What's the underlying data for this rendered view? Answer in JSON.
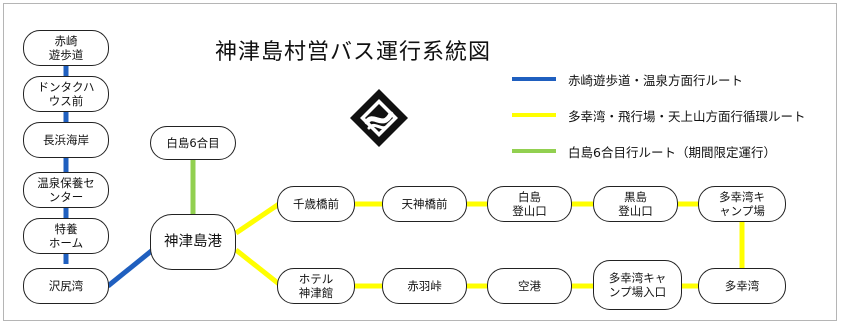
{
  "title": "神津島村営バス運行系統図",
  "colors": {
    "blue": "#1f5fbf",
    "yellow": "#ffff00",
    "green": "#92d050"
  },
  "legend": [
    {
      "color": "blue",
      "label": "赤崎遊歩道・温泉方面行ルート"
    },
    {
      "color": "yellow",
      "label": "多幸湾・飛行場・天上山方面行循環ルート"
    },
    {
      "color": "green",
      "label": "白島6合目行ルート（期間限定運行）"
    }
  ],
  "logo_icon": "village-emblem-icon",
  "stops": {
    "akasaki": "赤崎\n遊歩道",
    "dontakuhausu": "ドンタクハ\nウス前",
    "nagahama": "長浜海岸",
    "onsen": "温泉保養セ\nンター",
    "tokuyou": "特養\nホーム",
    "sawajiri": "沢尻湾",
    "shirashima6": "白島6合目",
    "port": "神津島港",
    "chitose": "千歳橋前",
    "tenjinbashi": "天神橋前",
    "shirashima_trail": "白島\n登山口",
    "kuroshima_trail": "黒島\n登山口",
    "takoucamp": "多幸湾キ\nャンプ場",
    "takou": "多幸湾",
    "takoucamp_entrance": "多幸湾キャ\nンプ場入口",
    "airport": "空港",
    "akabane": "赤羽峠",
    "hotel": "ホテル\n神津館"
  }
}
